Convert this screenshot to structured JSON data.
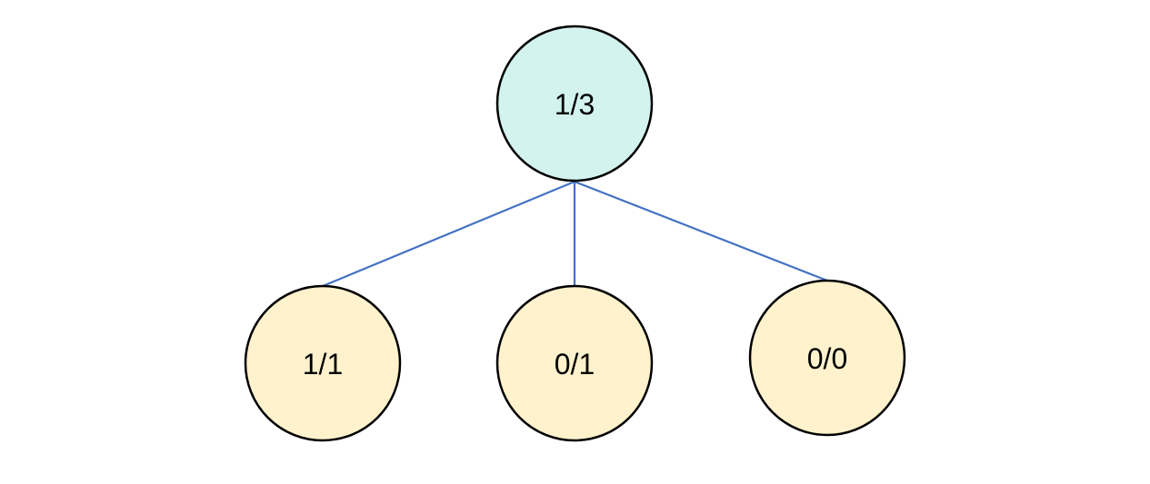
{
  "colors": {
    "edge": "#4472c4",
    "root_fill": "#d3f3ef",
    "leaf_fill": "#fff2cc",
    "node_stroke": "#000000"
  },
  "tree": {
    "root": {
      "label": "1/3"
    },
    "children": [
      {
        "label": "1/1"
      },
      {
        "label": "0/1"
      },
      {
        "label": "0/0"
      }
    ]
  }
}
